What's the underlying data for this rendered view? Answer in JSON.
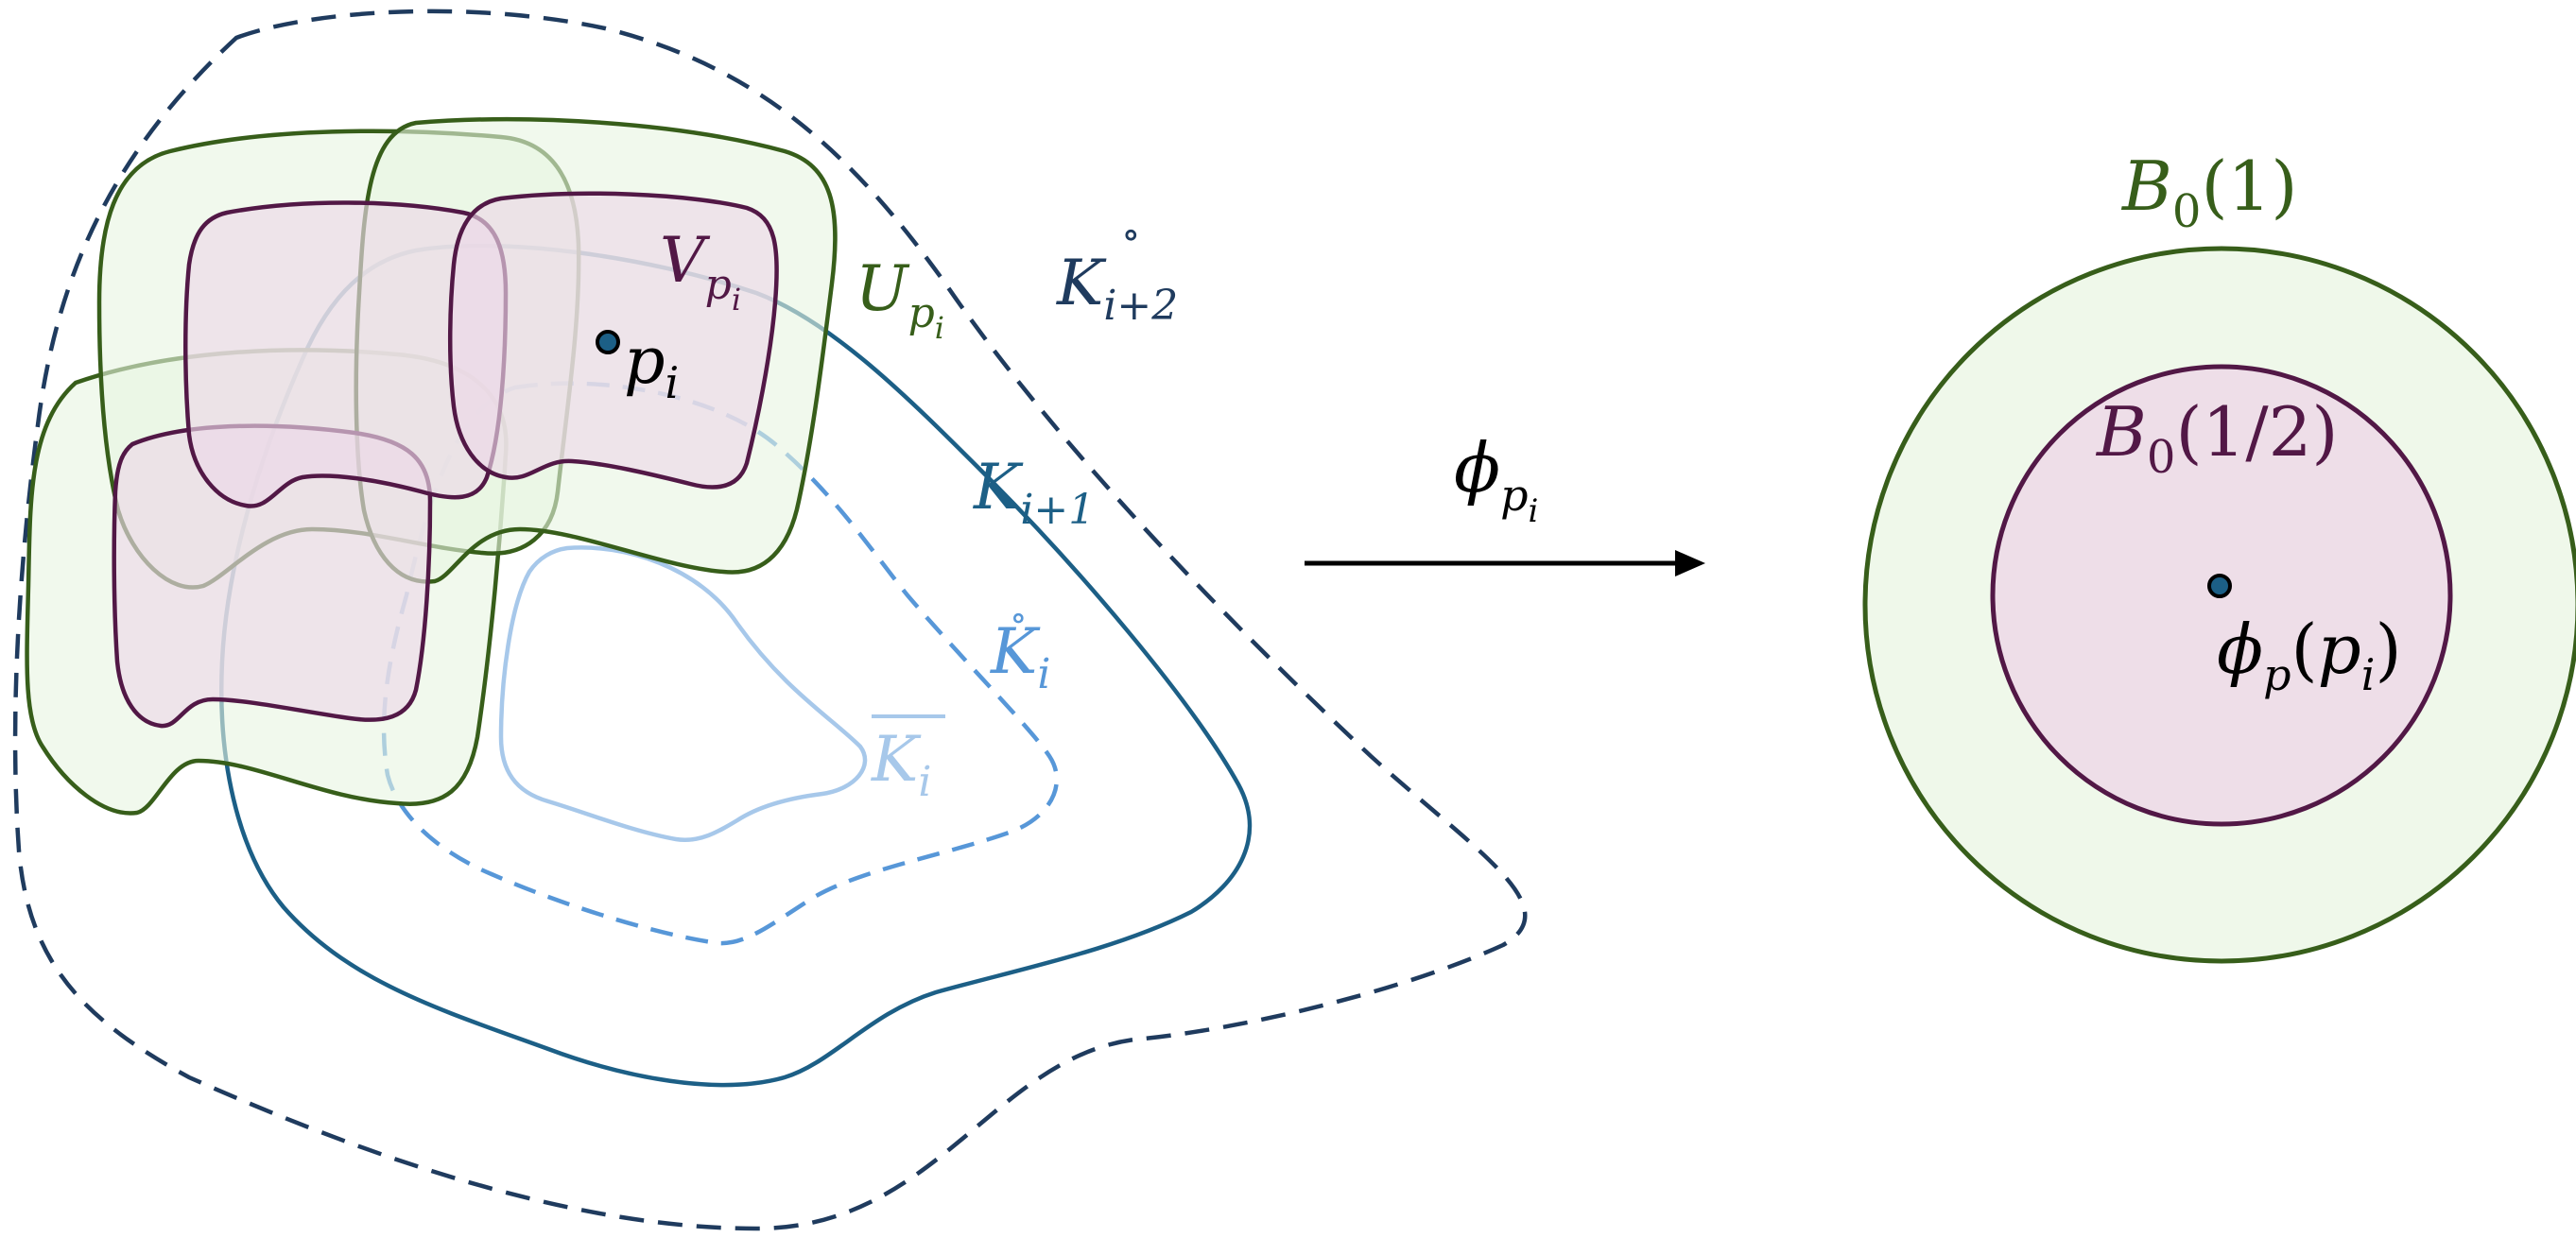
{
  "colors": {
    "green_stroke": "#375E1A",
    "green_fill": "#E8F5E1",
    "purple_stroke": "#521846",
    "purple_fill": "#EDD9E8",
    "dark_blue": "#1F3B5E",
    "mid_blue": "#1C5F86",
    "light_blue": "#5797D8",
    "pale_blue": "#A7C8EA",
    "black": "#000000"
  },
  "labels": {
    "V": {
      "main": "V",
      "sub": "p",
      "subsub": "i"
    },
    "U": {
      "main": "U",
      "sub": "p",
      "subsub": "i"
    },
    "p": {
      "main": "p",
      "sub": "i"
    },
    "K_i_plus_2": {
      "main": "K",
      "sub": "i+2",
      "accent": "∘"
    },
    "K_i_plus_1": {
      "main": "K",
      "sub": "i+1"
    },
    "K_i_interior": {
      "main": "K",
      "sub": "i",
      "accent": "∘"
    },
    "K_i_closure": {
      "main": "K",
      "sub": "i"
    },
    "phi_arrow": {
      "main": "ϕ",
      "sub": "p",
      "subsub": "i"
    },
    "B0_1": {
      "main": "B",
      "sub": "0",
      "rest": "(1)"
    },
    "B0_half": {
      "main": "B",
      "sub": "0",
      "rest": "(1/2)"
    },
    "phi_point": {
      "main": "ϕ",
      "sub": "p",
      "paren_open": "(",
      "arg": "p",
      "arg_sub": "i",
      "paren_close": ")"
    }
  }
}
